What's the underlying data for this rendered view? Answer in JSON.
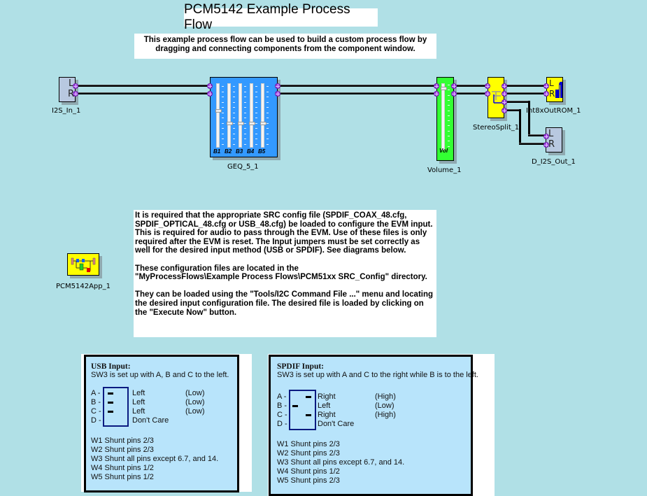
{
  "header": {
    "title": "PCM5142 Example Process Flow",
    "intro_line1": "This example process flow can be used to build a custom process flow by",
    "intro_line2": "dragging and connecting components from the component window."
  },
  "components": {
    "i2s_in": {
      "label": "I2S_In_1",
      "port_l": "L",
      "port_r": "R"
    },
    "geq": {
      "label": "GEQ_5_1",
      "bands": [
        "B1",
        "B2",
        "B3",
        "B4",
        "B5"
      ],
      "band_levels": [
        0.6,
        0.4,
        0.4,
        0.4,
        0.4
      ]
    },
    "volume": {
      "label": "Volume_1",
      "slider_label": "Vol",
      "level": 0.95
    },
    "stereo_split": {
      "label": "StereoSplit_1"
    },
    "int8x_out_rom": {
      "label": "Int8xOutROM_1",
      "port_l": "L",
      "port_r": "R"
    },
    "d_i2s_out": {
      "label": "D_I2S_Out_1",
      "port_l": "L",
      "port_r": "R"
    },
    "pcm_app": {
      "label": "PCM5142App_1"
    }
  },
  "note": {
    "para1": "It is required that the appropriate SRC config file (SPDIF_COAX_48.cfg, SPDIF_OPTICAL_48.cfg or USB_48.cfg) be loaded to configure the EVM input.  This is required for audio to pass through the EVM.  Use of these files is only required after the EVM is reset. The Input jumpers must be set correctly as well for the desired input method (USB or SPDIF). See diagrams below.",
    "para2_line1": "These configuration files are located in the",
    "para2_line2": "\"MyProcessFlows\\Example Process Flows\\PCM51xx SRC_Config\" directory.",
    "para3": "They can be loaded using the \"Tools/I2C Command File ...\" menu and locating the desired input configuration file.  The desired file is loaded by clicking on the \"Execute Now\" button."
  },
  "usb_panel": {
    "title": "USB Input:",
    "subtitle": "SW3 is set up with A, B and C to the left.",
    "switches": [
      {
        "key": "A -",
        "position": "Left",
        "level": "(Low)"
      },
      {
        "key": "B -",
        "position": "Left",
        "level": "(Low)"
      },
      {
        "key": "C -",
        "position": "Left",
        "level": "(Low)"
      },
      {
        "key": "D -",
        "position": "Don't Care",
        "level": ""
      }
    ],
    "jumpers": [
      "W1 Shunt pins 2/3",
      "W2 Shunt pins 2/3",
      "W3 Shunt all pins except 6.7, and 14.",
      "W4 Shunt pins 1/2",
      "W5 Shunt pins 1/2"
    ]
  },
  "spdif_panel": {
    "title": "SPDIF Input:",
    "subtitle": "SW3 is set up with A and C to the right while B is to the left.",
    "switches": [
      {
        "key": "A -",
        "position": "Right",
        "level": "(High)"
      },
      {
        "key": "B -",
        "position": "Left",
        "level": "(Low)"
      },
      {
        "key": "C -",
        "position": "Right",
        "level": "(High)"
      },
      {
        "key": "D -",
        "position": "Don't Care",
        "level": ""
      }
    ],
    "jumpers": [
      "W1 Shunt pins 2/3",
      "W2 Shunt pins 2/3",
      "W3 Shunt all pins except 6.7, and 14.",
      "W4 Shunt pins 1/2",
      "W5 Shunt pins 2/3"
    ]
  },
  "colors": {
    "canvas": "#b0e0e6",
    "geq": "#3399ff",
    "volume": "#33ff33",
    "yellow_block": "#ffff00",
    "io_block": "#b8c8e0",
    "port": "#a040e0",
    "panel": "#b8e4fb"
  }
}
